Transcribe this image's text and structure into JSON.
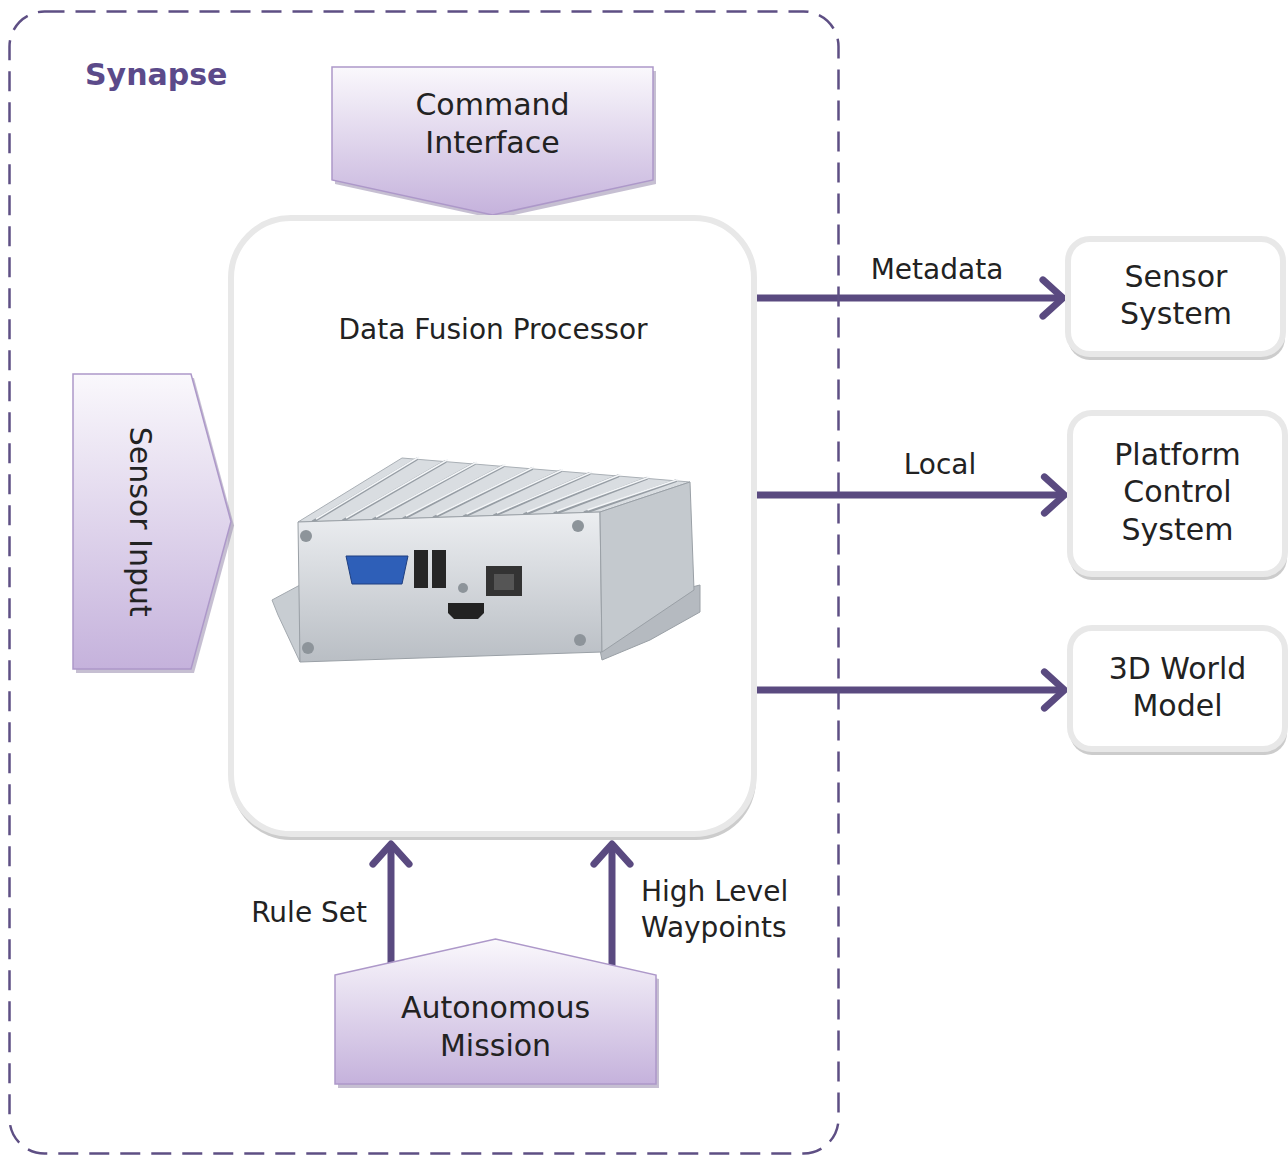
{
  "diagram": {
    "nodes": [
      {
        "text": [
          "Synapse"
        ]
      },
      {
        "text": [
          "Command Interface"
        ],
        "in": 0
      },
      {
        "text": [
          "Data Fusion Processor"
        ],
        "in": 0
      },
      {
        "text": [
          "Sensor Input"
        ],
        "in": 0
      },
      {
        "text": [
          "Autonomous Mission"
        ],
        "in": 0
      },
      {
        "text": [
          "Sensor System"
        ]
      },
      {
        "text": [
          "Platform Control System"
        ]
      },
      {
        "text": [
          "3D World Model"
        ]
      }
    ],
    "edges": [
      {
        "from": 2,
        "to": 5,
        "label": "Metadata",
        "arrow": "to"
      },
      {
        "from": 2,
        "to": 6,
        "label": "Local",
        "arrow": "to"
      },
      {
        "from": 2,
        "to": 7,
        "arrow": "to"
      },
      {
        "from": 4,
        "to": 2,
        "label": "Rule Set",
        "arrow": "to"
      },
      {
        "from": 4,
        "to": 2,
        "label": "High Level Waypoints",
        "arrow": "to"
      }
    ]
  }
}
